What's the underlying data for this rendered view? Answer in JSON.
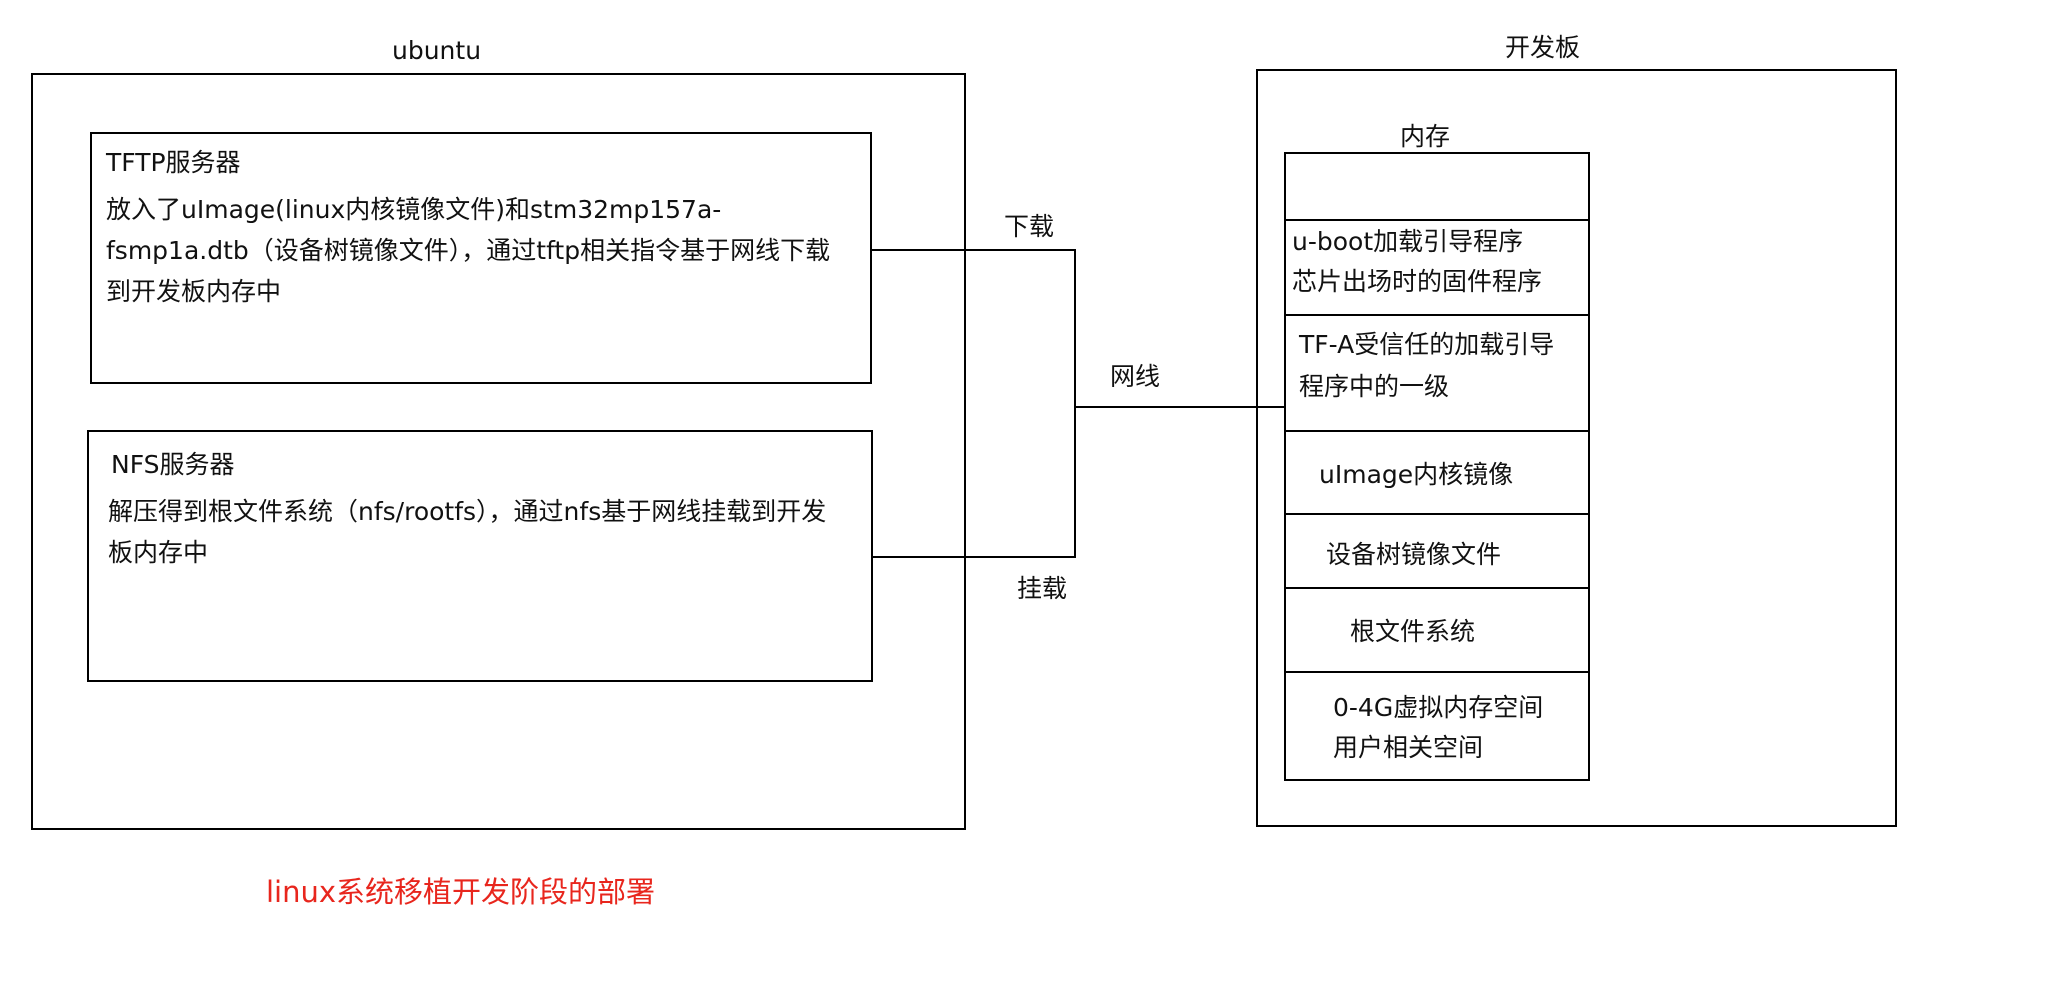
{
  "ubuntu": {
    "title": "ubuntu",
    "tftp": {
      "title": "TFTP服务器",
      "desc_lines": [
        "放入了uImage(linux内核镜像文件)和stm32mp157a-",
        "fsmp1a.dtb（设备树镜像文件），通过tftp相关指令基于网线下载",
        "到开发板内存中"
      ]
    },
    "nfs": {
      "title": "NFS服务器",
      "desc_lines": [
        "解压得到根文件系统（nfs/rootfs），通过nfs基于网线挂载到开发",
        "板内存中"
      ]
    }
  },
  "connection": {
    "download_label": "下载",
    "network_label": "网线",
    "mount_label": "挂载"
  },
  "board": {
    "title": "开发板",
    "memory": {
      "title": "内存",
      "cells": [
        {
          "lines": [
            ""
          ]
        },
        {
          "lines": [
            "u-boot加载引导程序",
            "芯片出场时的固件程序"
          ]
        },
        {
          "lines": [
            "TF-A受信任的加载引导",
            "程序中的一级"
          ]
        },
        {
          "lines": [
            "uImage内核镜像"
          ]
        },
        {
          "lines": [
            "设备树镜像文件"
          ]
        },
        {
          "lines": [
            "根文件系统"
          ]
        },
        {
          "lines": [
            "0-4G虚拟内存空间",
            "用户相关空间"
          ]
        }
      ]
    }
  },
  "caption": {
    "text": "linux系统移植开发阶段的部署",
    "color": "#e8261d"
  }
}
